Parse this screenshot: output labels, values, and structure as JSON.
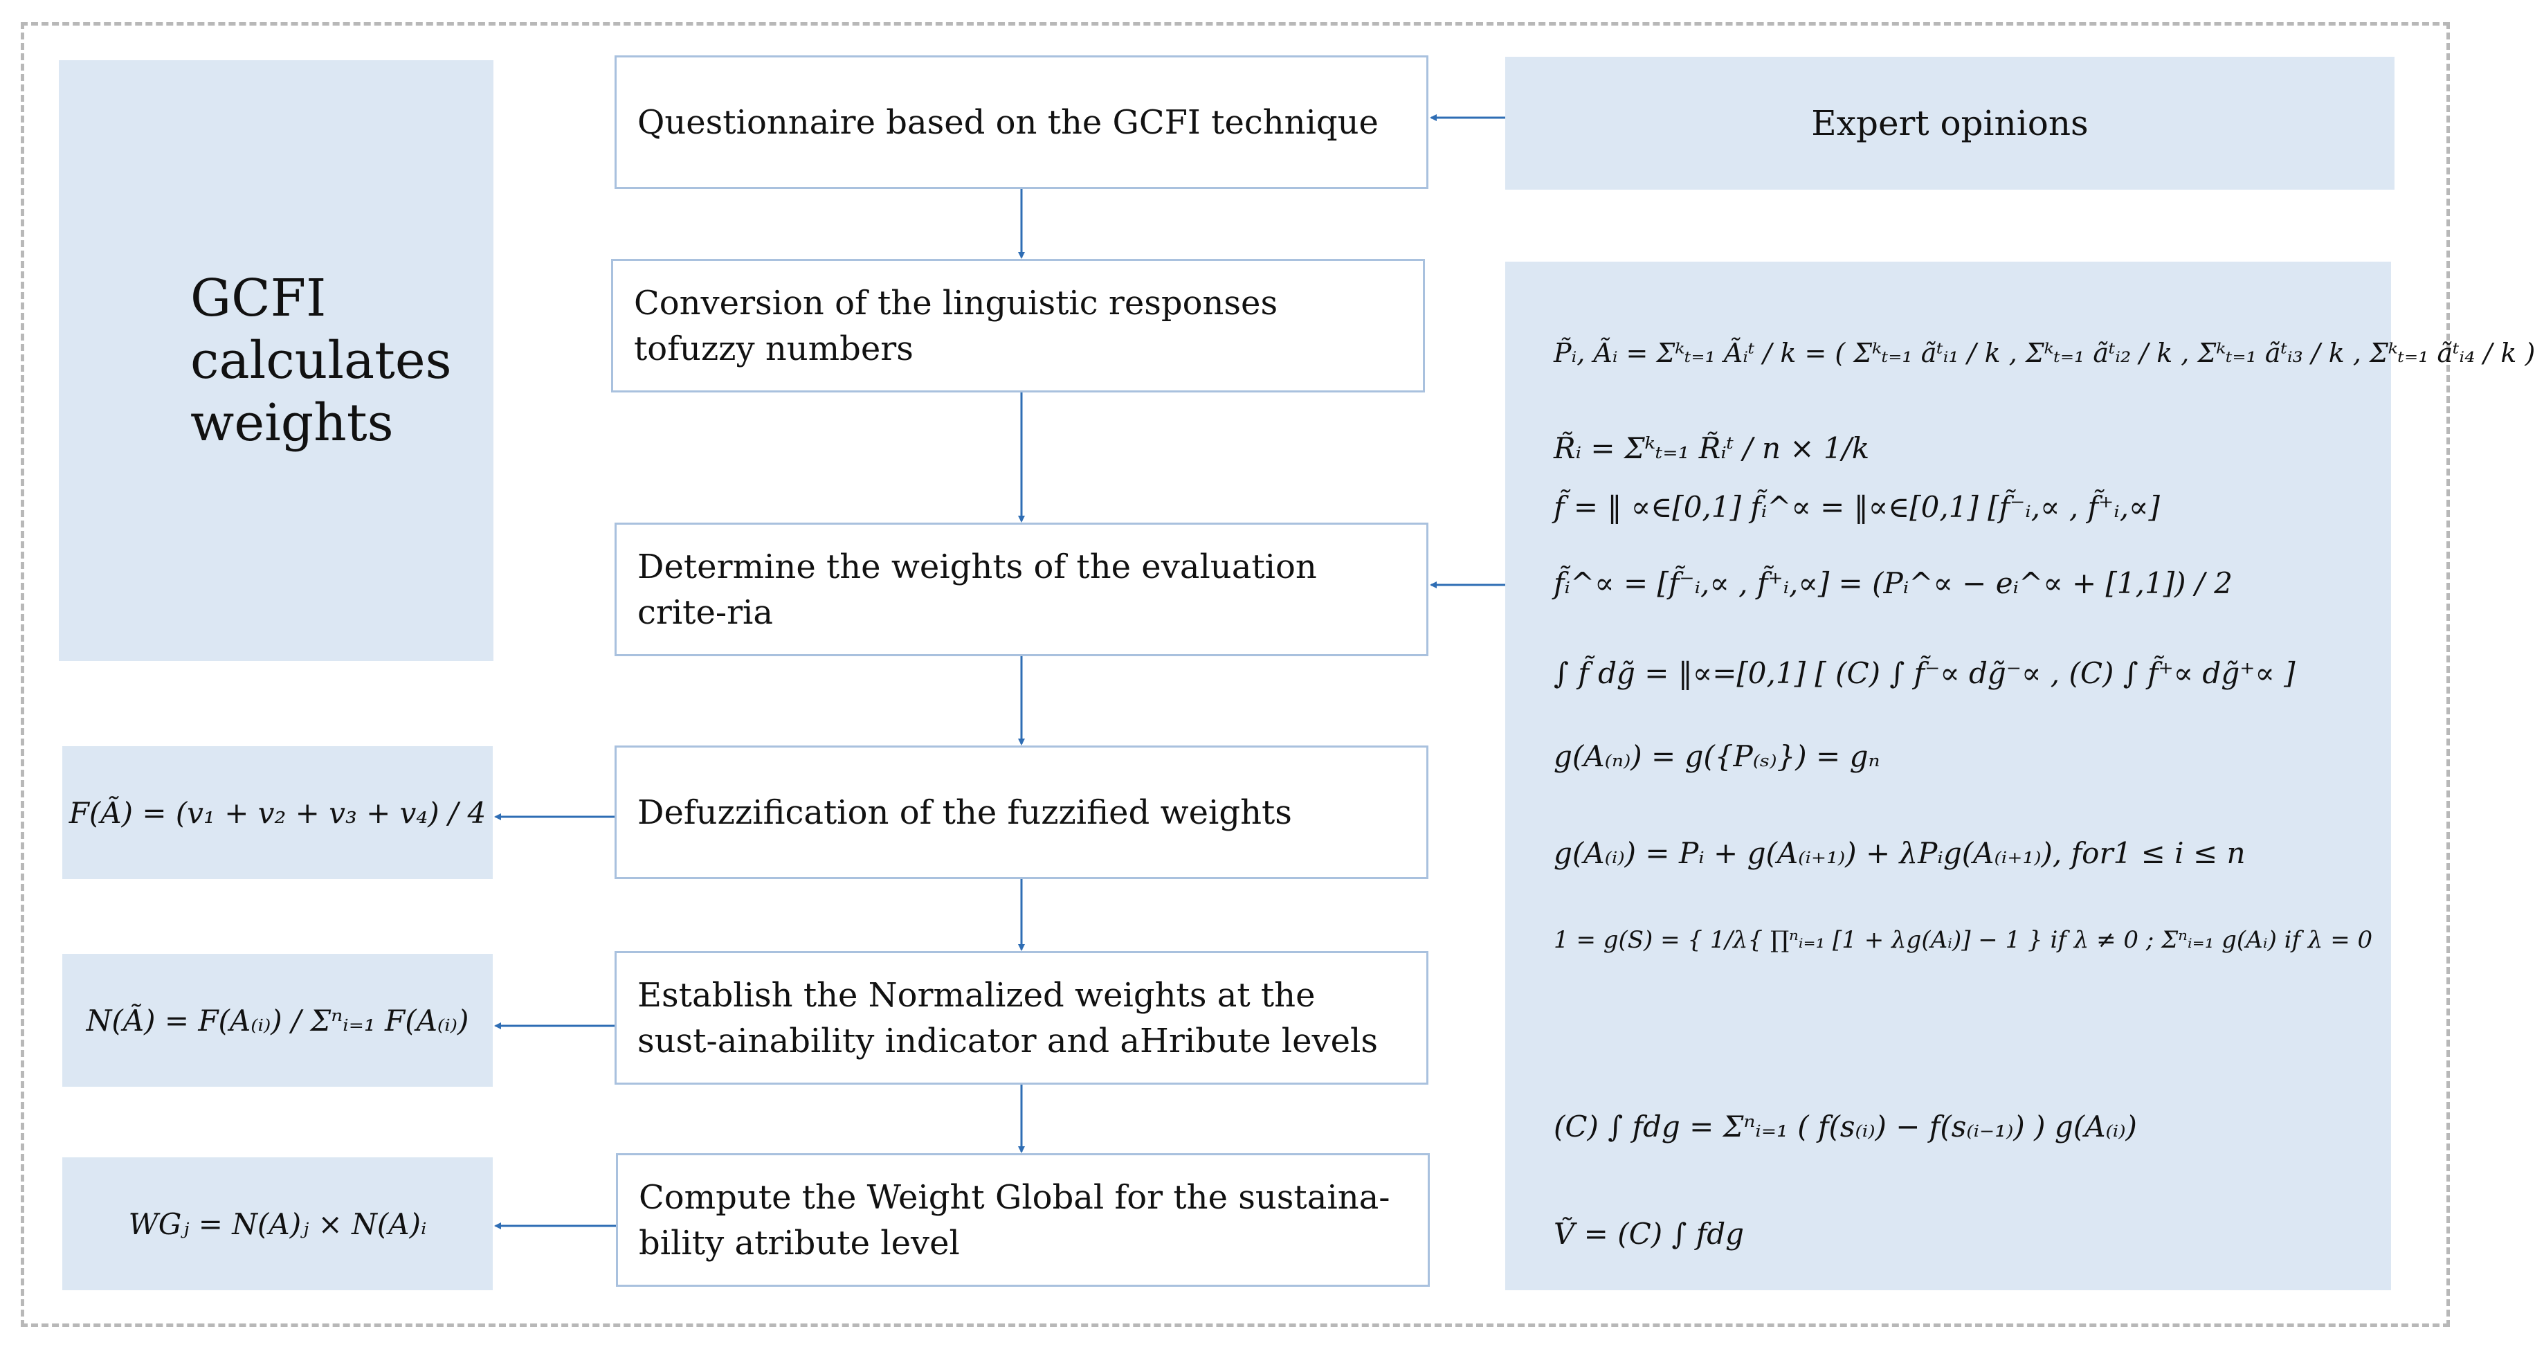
{
  "diagram": {
    "left_panel": {
      "title": "GCFI\ncalculates\nweights"
    },
    "source": {
      "label": "Expert opinions"
    },
    "flow_steps": [
      {
        "label": "Questionnaire based on the GCFI technique"
      },
      {
        "label": "Conversion of the linguistic responses tofuzzy numbers"
      },
      {
        "label": "Determine the weights of the evaluation crite-ria"
      },
      {
        "label": "Defuzzification of the fuzzified weights"
      },
      {
        "label": "Establish the Normalized weights at the sust-ainability indicator and aHribute levels"
      },
      {
        "label": "Compute the Weight Global for the sustaina-bility atribute level"
      }
    ],
    "side_equations": [
      {
        "text": "F(Ã) = (v₁ + v₂ + v₃ + v₄) / 4"
      },
      {
        "text": "N(Ã) = F(A₍ᵢ₎) / Σⁿᵢ₌₁ F(A₍ᵢ₎)"
      },
      {
        "text": "WGⱼ = N(A)ⱼ × N(A)ᵢ"
      }
    ],
    "formula_panel": [
      {
        "text": "P̃ᵢ, Ãᵢ = Σᵏₜ₌₁ Ãᵢᵗ / k = ( Σᵏₜ₌₁ ãᵗᵢ₁ / k , Σᵏₜ₌₁ ãᵗᵢ₂ / k , Σᵏₜ₌₁ ãᵗᵢ₃ / k , Σᵏₜ₌₁ ãᵗᵢ₄ / k )"
      },
      {
        "text": "R̃ᵢ = Σᵏₜ₌₁ R̃ᵢᵗ / n × 1/k"
      },
      {
        "text": "f̃ = ‖ ∝∈[0,1] f̃ᵢ^∝ = ‖∝∈[0,1] [f̃⁻ᵢ,∝ , f̃⁺ᵢ,∝]"
      },
      {
        "text": "f̃ᵢ^∝ = [f̃⁻ᵢ,∝ , f̃⁺ᵢ,∝] = (Pᵢ^∝ − eᵢ^∝ + [1,1]) / 2"
      },
      {
        "text": "∫ f̃ dg̃ = ‖∝=[0,1] [ (C) ∫ f̃⁻∝ dg̃⁻∝ , (C) ∫ f̃⁺∝ dg̃⁺∝ ]"
      },
      {
        "text": "g(A₍ₙ₎) = g({P₍ₛ₎}) = gₙ"
      },
      {
        "text": "g(A₍ᵢ₎) = Pᵢ + g(A₍ᵢ₊₁₎) + λPᵢg(A₍ᵢ₊₁₎),    for1 ≤ i ≤ n"
      },
      {
        "text": "1 = g(S) = { 1/λ{ ∏ⁿᵢ₌₁ [1 + λg(Aᵢ)] − 1 }   if λ ≠ 0 ;  Σⁿᵢ₌₁ g(Aᵢ)   if λ = 0"
      },
      {
        "text": "(C) ∫ fdg = Σⁿᵢ₌₁ ( f(s₍ᵢ₎) − f(s₍ᵢ₋₁₎) ) g(A₍ᵢ₎)"
      },
      {
        "text": "Ṽ = (C) ∫ fdg"
      }
    ],
    "colors": {
      "panel": "#dce7f3",
      "border": "#a9c1de",
      "arrow": "#2e6db4",
      "dash": "#b8b8b8"
    }
  }
}
